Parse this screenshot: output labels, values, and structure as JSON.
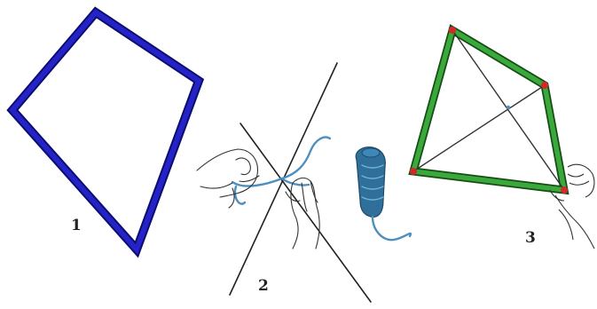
{
  "steps": [
    {
      "label": "1",
      "subject": "kite-frame-outline"
    },
    {
      "label": "2",
      "subject": "tying-crossed-sticks-with-string"
    },
    {
      "label": "3",
      "subject": "kite-frame-with-crossed-sticks"
    }
  ],
  "colors": {
    "frame_blue": "#2323c8",
    "frame_blue_edge": "#0d0d6e",
    "frame_green": "#3aa83a",
    "frame_green_edge": "#164d16",
    "string_blue": "#4e8fbf",
    "spool_blue": "#2f6f99",
    "joint_red": "#d22a2a",
    "line_black": "#222222"
  },
  "icons": [
    "hand-icon",
    "string-spool-icon"
  ]
}
